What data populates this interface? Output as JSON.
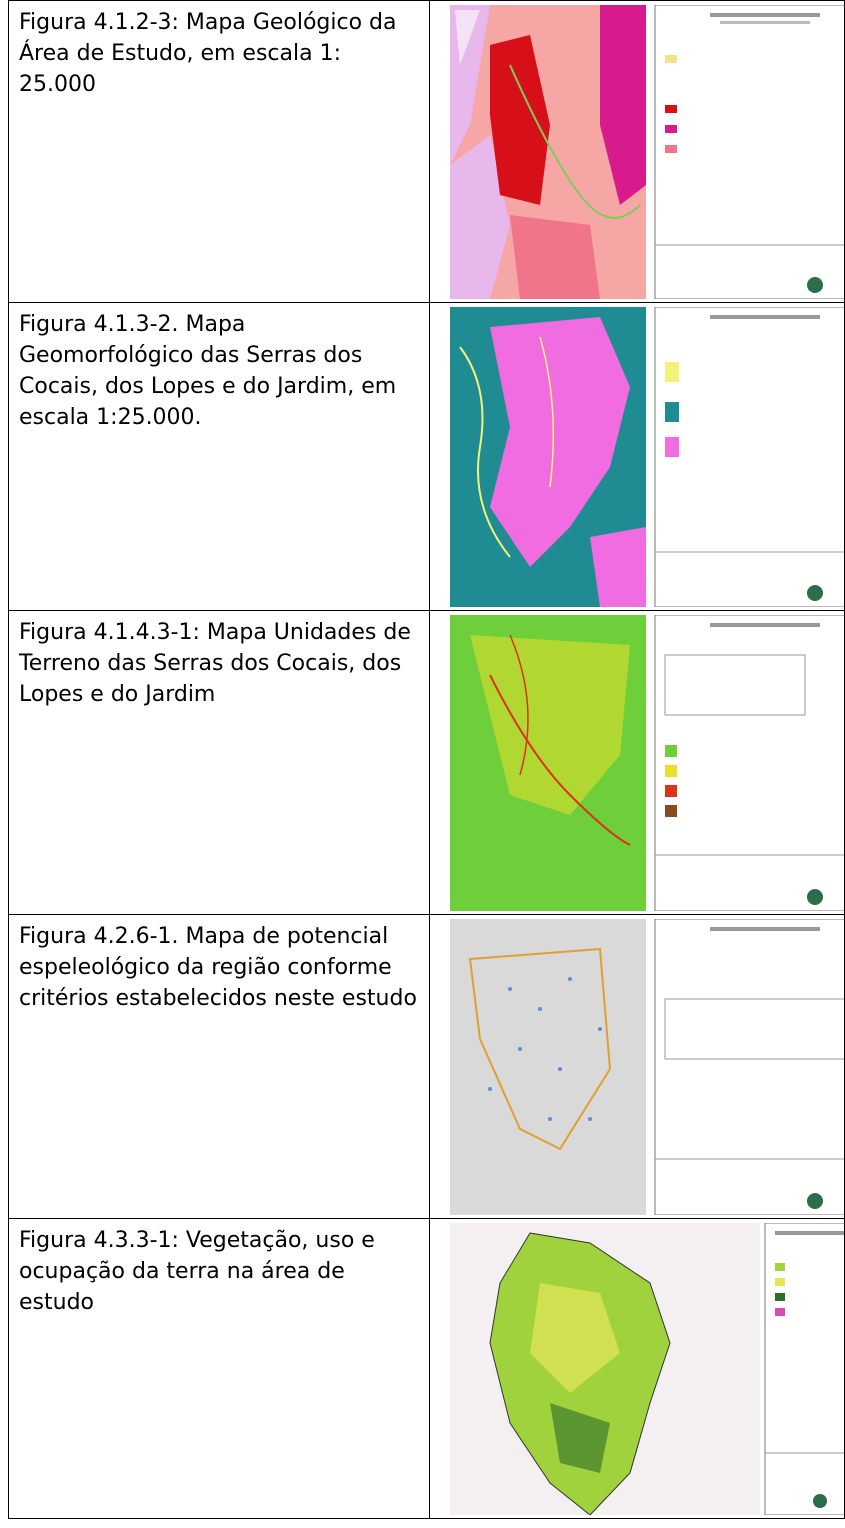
{
  "figures": [
    {
      "caption": "Figura 4.1.2-3: Mapa Geológico da Área de Estudo, em escala 1: 25.000",
      "map_icon": "geological-map-thumbnail",
      "palette": {
        "bg": "#f7a6a6",
        "a": "#d81b8c",
        "b": "#d60f18",
        "c": "#e8b7ec",
        "d": "#f0758a"
      }
    },
    {
      "caption": "Figura 4.1.3-2. Mapa Geomorfológico das Serras dos Cocais, dos Lopes e do Jardim, em escala 1:25.000.",
      "map_icon": "geomorphological-map-thumbnail",
      "palette": {
        "bg": "#1e8c92",
        "a": "#f06ce0",
        "b": "#f2f27a"
      }
    },
    {
      "caption": "Figura 4.1.4.3-1: Mapa Unidades de Terreno das Serras dos Cocais, dos Lopes e do Jardim",
      "map_icon": "terrain-units-map-thumbnail",
      "palette": {
        "bg": "#6fcf3a",
        "a": "#e8e02a",
        "b": "#d8341c"
      }
    },
    {
      "caption": "Figura 4.2.6-1. Mapa de potencial espeleológico da região conforme critérios estabelecidos neste estudo",
      "map_icon": "speleological-potential-map-thumbnail",
      "palette": {
        "bg": "#d9d9d9",
        "a": "#5b8fd6",
        "b": "#e0a030"
      }
    },
    {
      "caption": "Figura 4.3.3-1: Vegetação, uso e ocupação da terra na área de estudo",
      "map_icon": "vegetation-land-use-map-thumbnail",
      "palette": {
        "bg": "#9fd23c",
        "a": "#e6e65a",
        "b": "#2f6e2a"
      }
    }
  ]
}
